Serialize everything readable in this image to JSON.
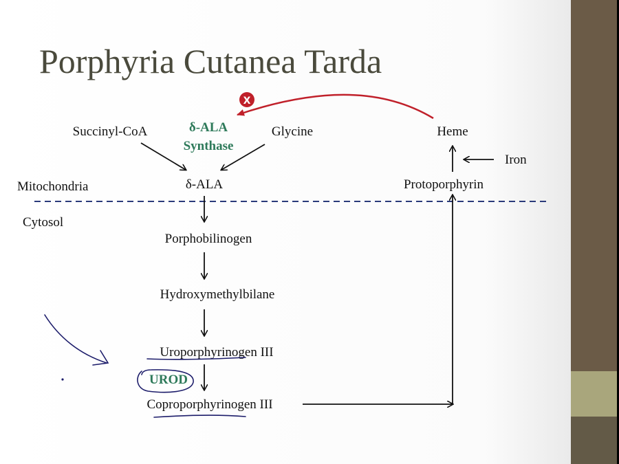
{
  "title": "Porphyria Cutanea Tarda",
  "labels": {
    "succinyl_coa": "Succinyl-CoA",
    "enzyme_line1": "δ-ALA",
    "enzyme_line2": "Synthase",
    "glycine": "Glycine",
    "heme": "Heme",
    "iron": "Iron",
    "mitochondria": "Mitochondria",
    "ala": "δ-ALA",
    "protoporphyrin": "Protoporphyrin",
    "cytosol": "Cytosol",
    "porphobilinogen": "Porphobilinogen",
    "hydroxymethylbilane": "Hydroxymethylbilane",
    "uroporphyrinogen": "Uroporphyrinogen III",
    "urod": "UROD",
    "coproporphyrinogen": "Coproporphyrinogen III",
    "inhibit_mark": "X"
  },
  "colors": {
    "enzyme": "#2e7a5a",
    "feedback": "#c0202a",
    "membrane": "#2a3a7a",
    "ink": "#1c1c6a",
    "sidebar": "#6b5b47",
    "sidebar_accent": "#a9a67c"
  }
}
